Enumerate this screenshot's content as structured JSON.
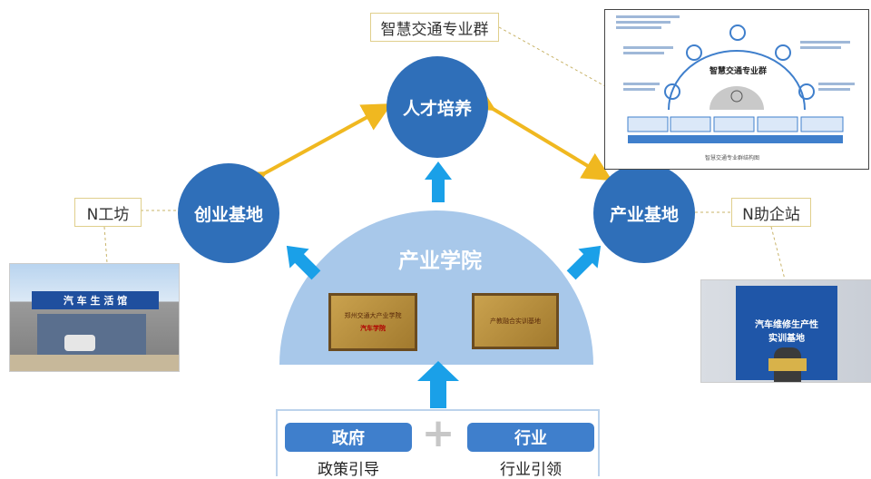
{
  "top_label": "智慧交通专业群",
  "center_top_circle": "人才培养",
  "left_circle": "创业基地",
  "right_circle": "产业基地",
  "dome_title": "产业学院",
  "left_label": "N工坊",
  "right_label": "N助企站",
  "bottom": {
    "left_pill": "政府",
    "right_pill": "行业",
    "plus": "+",
    "left_caption": "政策引导",
    "right_caption": "行业引领"
  },
  "plaques": {
    "left": {
      "line1": "郑州交通大产业学院",
      "line2": "汽车学院"
    },
    "right": {
      "line1": "产教融合实训基地"
    }
  },
  "photos": {
    "left_sign": "汽 车 生 活 馆",
    "right_sign_line1": "汽车维修生产性",
    "right_sign_line2": "实训基地"
  },
  "inset": {
    "center_title": "智慧交通专业群",
    "caption": "智慧交通专业群结构图"
  },
  "colors": {
    "circle_blue": "#2f6fb9",
    "dome_blue": "#a8c8ea",
    "arrow_blue": "#1aa0e8",
    "arrow_gold": "#f0b820",
    "pill_blue": "#3f7fcc"
  }
}
